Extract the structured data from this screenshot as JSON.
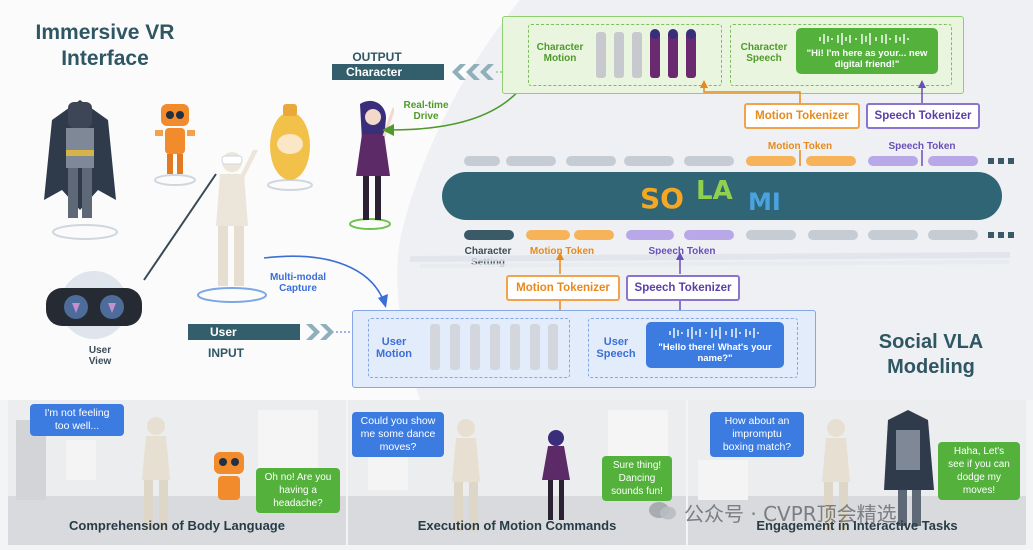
{
  "vr": {
    "title_line1": "Immersive VR",
    "title_line2": "Interface",
    "user_view_line1": "User",
    "user_view_line2": "View",
    "multimodal_line1": "Multi-modal",
    "multimodal_line2": "Capture",
    "realtime_line1": "Real-time",
    "realtime_line2": "Drive"
  },
  "output": {
    "label": "OUTPUT",
    "arrow_text": "Character",
    "char_motion_line1": "Character",
    "char_motion_line2": "Motion",
    "char_speech_line1": "Character",
    "char_speech_line2": "Speech",
    "speech_bubble_line1": "\"Hi! I'm here as your... new",
    "speech_bubble_line2": "digital friend!\""
  },
  "tokenizers": {
    "motion": "Motion Tokenizer",
    "speech": "Speech Tokenizer"
  },
  "tokens": {
    "motion_token": "Motion Token",
    "speech_token": "Speech Token",
    "character_line1": "Character",
    "character_line2": "Setting",
    "dots": "..."
  },
  "model": {
    "so": "SO",
    "la": "LA",
    "mi": "MI",
    "colors": {
      "so": "#f5a623",
      "la": "#8fd14f",
      "mi": "#4aa3df",
      "bar": "#2f6575"
    }
  },
  "input": {
    "arrow_text": "User",
    "label": "INPUT",
    "user_motion_line1": "User",
    "user_motion_line2": "Motion",
    "user_speech_line1": "User",
    "user_speech_line2": "Speech",
    "speech_bubble_line1": "\"Hello there! What's your",
    "speech_bubble_line2": "name?\""
  },
  "social": {
    "line1": "Social VLA",
    "line2": "Modeling"
  },
  "panels": [
    {
      "caption": "Comprehension of Body Language",
      "user_bubble": [
        "I'm not feeling",
        "too well..."
      ],
      "reply_bubble": [
        "Oh no! Are you",
        "having a",
        "headache?"
      ]
    },
    {
      "caption": "Execution of Motion Commands",
      "user_bubble": [
        "Could you show",
        "me some dance",
        "moves?"
      ],
      "reply_bubble": [
        "Sure thing!",
        "Dancing",
        "sounds fun!"
      ]
    },
    {
      "caption": "Engagement in Interactive Tasks",
      "user_bubble": [
        "How about an",
        "impromptu",
        "boxing match?"
      ],
      "reply_bubble": [
        "Haha, Let's",
        "see if you can",
        "dodge my",
        "moves!"
      ]
    }
  ],
  "watermark": "公众号 · CVPR顶会精选"
}
